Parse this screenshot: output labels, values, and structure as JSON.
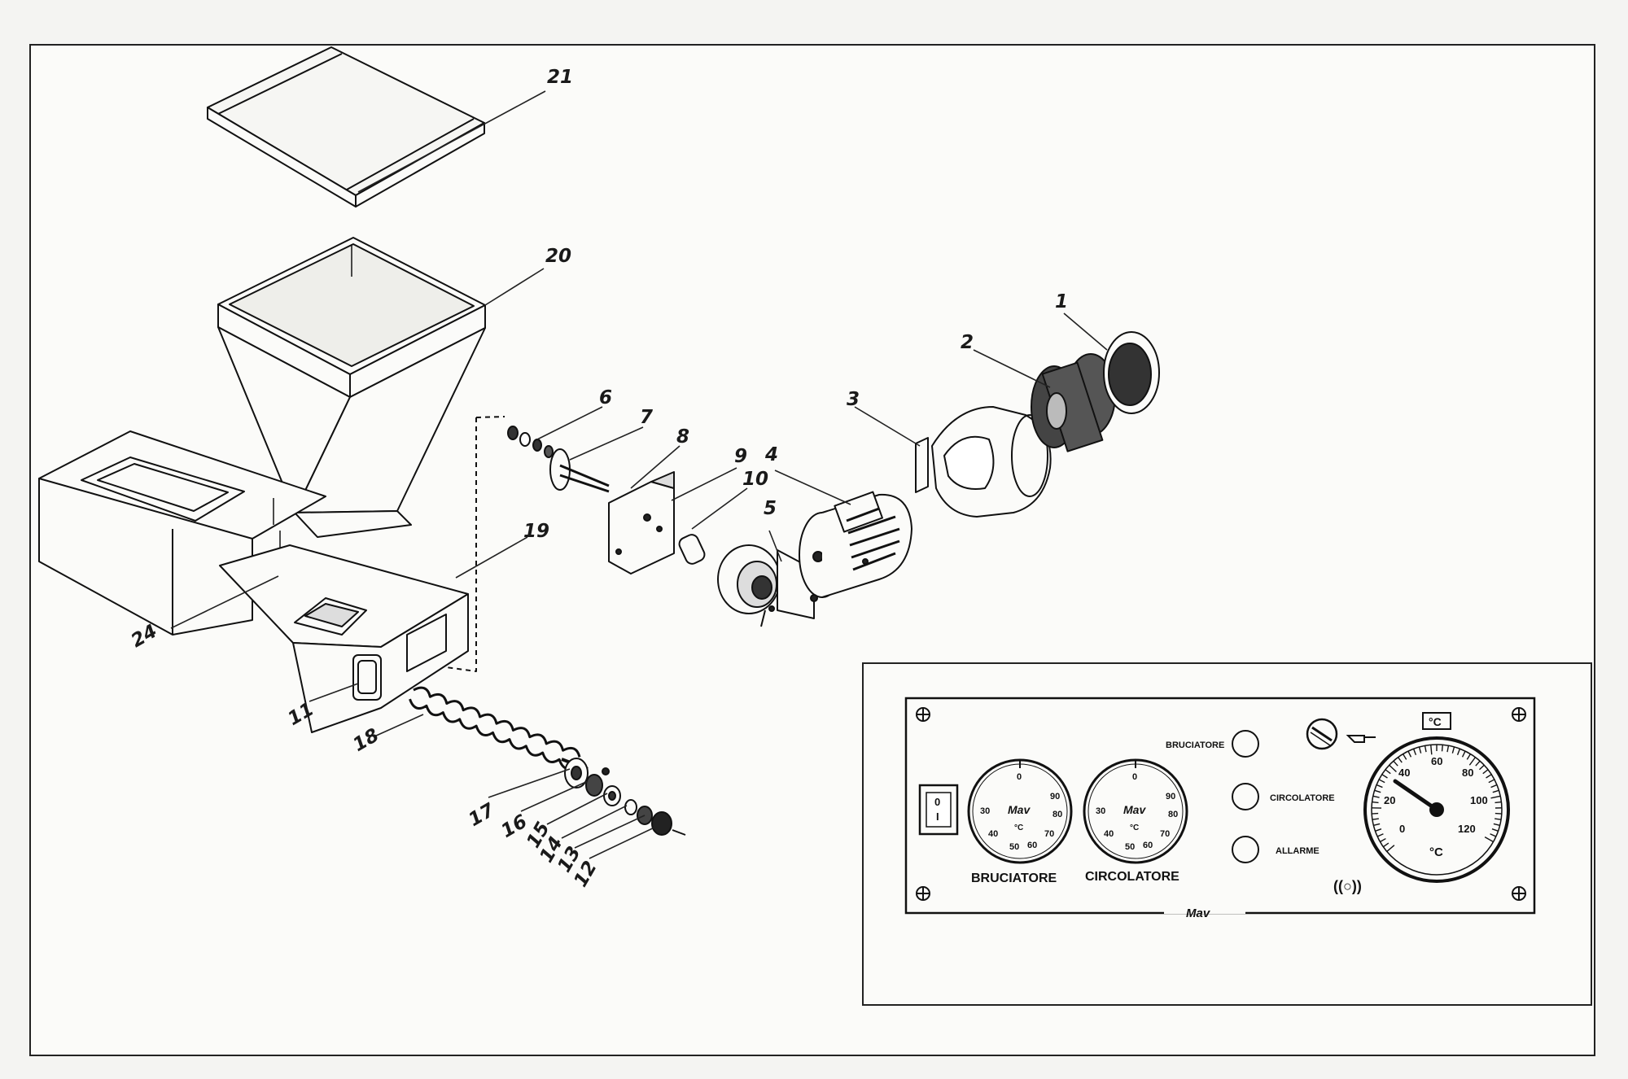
{
  "parts": {
    "p1": "1",
    "p2": "2",
    "p3": "3",
    "p4": "4",
    "p5": "5",
    "p6": "6",
    "p7": "7",
    "p8": "8",
    "p9": "9",
    "p10": "10",
    "p11": "11",
    "p12": "12",
    "p13": "13",
    "p14": "14",
    "p15": "15",
    "p16": "16",
    "p17": "17",
    "p18": "18",
    "p19": "19",
    "p20": "20",
    "p21": "21",
    "p24": "24"
  },
  "panel": {
    "brand": "Mav",
    "switch_on": "0",
    "switch_off": "I",
    "gauge1": {
      "label": "BRUCIATORE",
      "brand": "Mav",
      "unit": "°C",
      "ticks": [
        "0",
        "90",
        "80",
        "70",
        "60",
        "50",
        "40",
        "30"
      ]
    },
    "gauge2": {
      "label": "CIRCOLATORE",
      "brand": "Mav",
      "unit": "°C",
      "ticks": [
        "0",
        "90",
        "80",
        "70",
        "60",
        "50",
        "40",
        "30"
      ]
    },
    "light1": "BRUCIATORE",
    "light2": "CIRCOLATORE",
    "light3": "ALLARME",
    "thermo_tag": "°C",
    "thermo_unit": "°C",
    "thermo_ticks": [
      "0",
      "20",
      "40",
      "60",
      "80",
      "100",
      "120"
    ],
    "buzzer": "((○))"
  }
}
